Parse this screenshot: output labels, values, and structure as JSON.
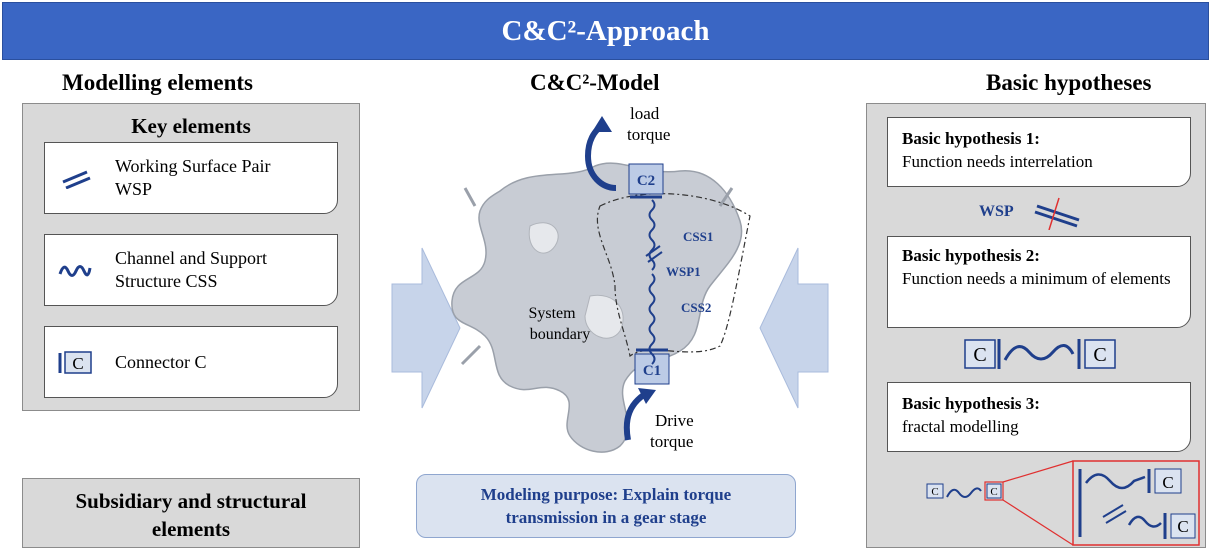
{
  "banner": {
    "title": "C&C²-Approach"
  },
  "columns": {
    "left": "Modelling elements",
    "center": "C&C²-Model",
    "right": "Basic hypotheses"
  },
  "key_elements": {
    "title": "Key elements",
    "items": [
      {
        "line1": "Working Surface Pair",
        "line2": "WSP",
        "icon": "wsp-double-line-icon"
      },
      {
        "line1": "Channel and Support",
        "line2": "Structure CSS",
        "icon": "css-wave-icon"
      },
      {
        "line1": "Connector C",
        "line2": "",
        "icon": "connector-icon"
      }
    ]
  },
  "subsidiary": {
    "title_line1": "Subsidiary and structural",
    "title_line2": "elements"
  },
  "model": {
    "load_torque_1": "load",
    "load_torque_2": "torque",
    "drive_torque_1": "Drive",
    "drive_torque_2": "torque",
    "system_boundary_1": "System",
    "system_boundary_2": "boundary",
    "c1": "C1",
    "c2": "C2",
    "css1": "CSS1",
    "css2": "CSS2",
    "wsp1": "WSP1"
  },
  "purpose": {
    "line1": "Modeling purpose: Explain torque",
    "line2": "transmission in a gear stage"
  },
  "hypotheses": [
    {
      "title": "Basic hypothesis 1:",
      "body": "Function needs interrelation"
    },
    {
      "title": "Basic hypothesis 2:",
      "body": "Function needs a minimum of elements"
    },
    {
      "title": "Basic hypothesis 3:",
      "body": "fractal modelling"
    }
  ],
  "symbols": {
    "wsp_label": "WSP",
    "connector_letter": "C"
  },
  "colors": {
    "banner": "#3a66c4",
    "accent": "#1f3f8c",
    "panel": "#d9d9d9",
    "red": "#e03030"
  }
}
